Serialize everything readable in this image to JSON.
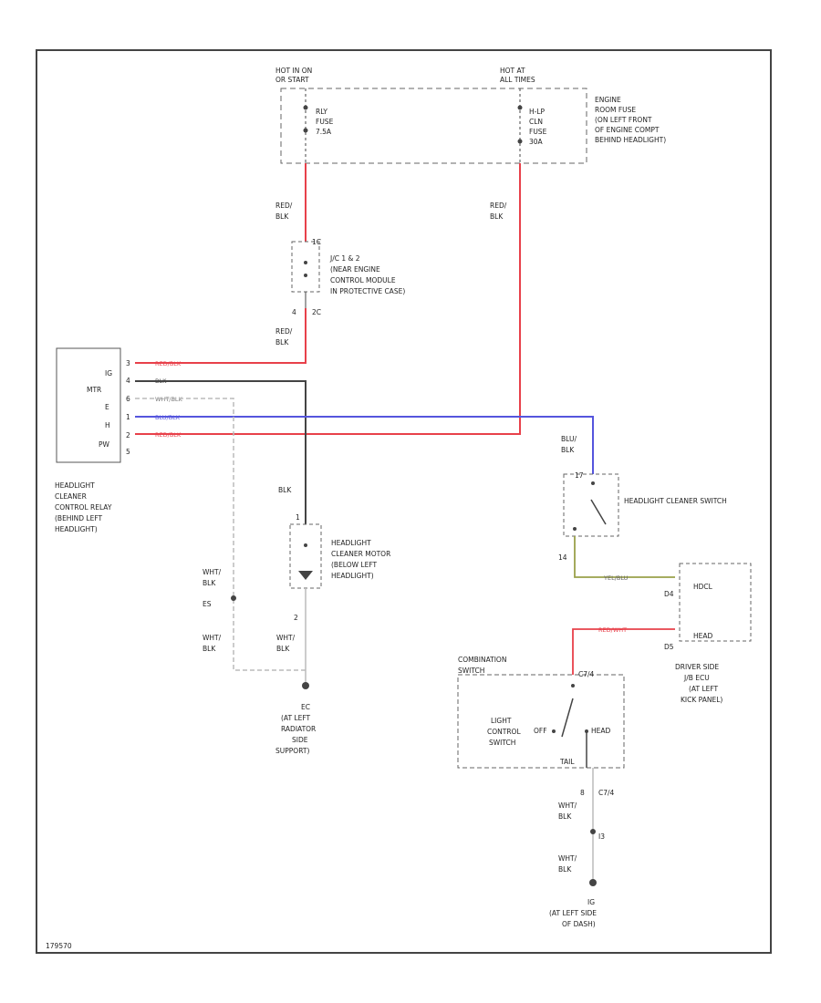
{
  "diagram_id": "179570",
  "colors": {
    "red": "#e8404a",
    "blue": "#5555dd",
    "black": "#444444",
    "white_wire": "#cccccc",
    "yellow_wire": "#9aa04a",
    "outline": "#444444",
    "text": "#222222"
  },
  "engine_box": {
    "hot_in_on_start": [
      "HOT IN ON",
      "OR START"
    ],
    "hot_at_all_times": [
      "HOT AT",
      "ALL TIMES"
    ],
    "fuse_left": [
      "RLY",
      "FUSE",
      "7.5A"
    ],
    "fuse_right": [
      "H-LP",
      "CLN",
      "FUSE",
      "30A"
    ],
    "note": [
      "ENGINE",
      "ROOM FUSE",
      "(ON LEFT FRONT",
      "OF ENGINE COMPT",
      "BEHIND HEADLIGHT)"
    ]
  },
  "wires": {
    "red_blk": [
      "RED/",
      "BLK"
    ],
    "red_blk_inline": "RED/BLK",
    "blk": "BLK",
    "wht_blk_inline": "WHT/BLK",
    "blu_blk_inline": "BLU/BLK",
    "blu_blk": [
      "BLU/",
      "BLK"
    ],
    "wht_blk": [
      "WHT/",
      "BLK"
    ],
    "yel_blu_inline": "YEL/BLU",
    "red_wht_inline": "RED/WHT"
  },
  "jc": {
    "pin_top": "1C",
    "pin_bottom": "2C",
    "pin_left": "4",
    "desc": [
      "J/C 1 & 2",
      "(NEAR ENGINE",
      "CONTROL MODULE",
      "IN PROTECTIVE CASE)"
    ]
  },
  "relay": {
    "pins": [
      "IG",
      "MTR",
      "E",
      "H",
      "PW"
    ],
    "nums": [
      "3",
      "4",
      "6",
      "1",
      "2",
      "5"
    ],
    "desc": [
      "HEADLIGHT",
      "CLEANER",
      "CONTROL RELAY",
      "(BEHIND LEFT",
      "HEADLIGHT)"
    ]
  },
  "motor": {
    "pin_top": "1",
    "pin_bottom": "2",
    "desc": [
      "HEADLIGHT",
      "CLEANER MOTOR",
      "(BELOW LEFT",
      "HEADLIGHT)"
    ]
  },
  "ground_left": {
    "splice": "ES",
    "code": "EC",
    "desc": [
      "(AT LEFT",
      "RADIATOR",
      "SIDE",
      "SUPPORT)"
    ]
  },
  "hl_switch": {
    "pin_top": "17",
    "pin_bottom": "14",
    "desc": "HEADLIGHT CLEANER SWITCH"
  },
  "ecu": {
    "pin_top": "D4",
    "pin_bottom": "D5",
    "term_top": "HDCL",
    "term_bottom": "HEAD",
    "desc": [
      "DRIVER SIDE",
      "J/B ECU",
      "(AT LEFT",
      "KICK PANEL)"
    ]
  },
  "combo_switch": {
    "title": [
      "COMBINATION",
      "SWITCH"
    ],
    "pin_top": "C7/4",
    "label": [
      "LIGHT",
      "CONTROL",
      "SWITCH"
    ],
    "pos_off": "OFF",
    "pos_head": "HEAD",
    "pos_tail": "TAIL",
    "pin_bottom_num": "8",
    "pin_bottom": "C7/4"
  },
  "ground_right": {
    "splice": "I3",
    "code": "IG",
    "desc": [
      "(AT LEFT SIDE",
      "OF DASH)"
    ]
  }
}
